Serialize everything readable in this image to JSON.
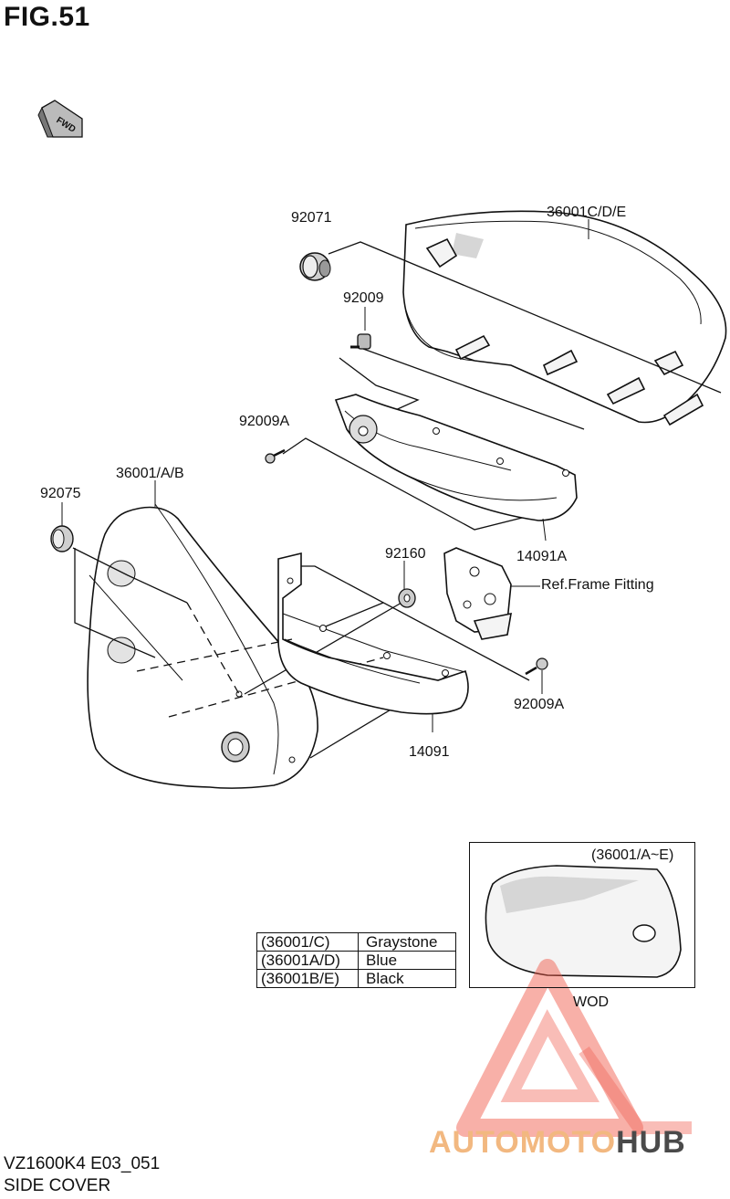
{
  "figure": {
    "title": "FIG.51"
  },
  "direction_marker": {
    "label": "FWD"
  },
  "part_labels": {
    "p92071": "92071",
    "p36001cde": "36001C/D/E",
    "p92009": "92009",
    "p92009a_top": "92009A",
    "p36001ab": "36001/A/B",
    "p92075": "92075",
    "p92160": "92160",
    "ref_frame": "Ref.Frame Fitting",
    "p14091a": "14091A",
    "p92009a_bottom": "92009A",
    "p14091": "14091"
  },
  "color_table": {
    "rows": [
      {
        "code": "(36001/C)",
        "color": "Graystone"
      },
      {
        "code": "(36001A/D)",
        "color": "Blue"
      },
      {
        "code": "(36001B/E)",
        "color": "Black"
      }
    ]
  },
  "inset": {
    "title": "(36001/A~E)",
    "note": "WOD"
  },
  "footer": {
    "model_code": "VZ1600K4 E03_051",
    "section_name": "SIDE COVER"
  },
  "watermark": {
    "part1": "AUTOMOTO",
    "part2": "HUB",
    "colors": {
      "primary": "#f05545",
      "secondary": "#f2b880",
      "dark": "#4a4a4a"
    }
  }
}
